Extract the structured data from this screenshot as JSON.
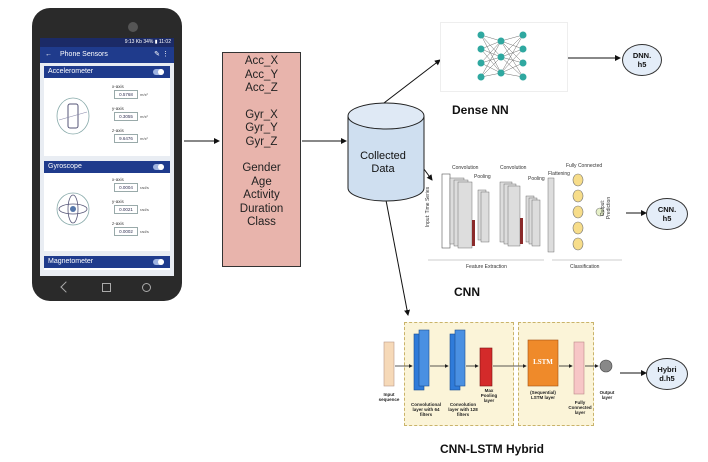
{
  "phone": {
    "status_text": "9:13 Kb  34% ▮ 11:02",
    "app_title": "Phone Sensors",
    "back_icon": "back-arrow-icon",
    "sensors": [
      {
        "name": "Accelerometer",
        "axes": [
          {
            "label": "x-axis",
            "value": "0.5768",
            "unit": "m/s²"
          },
          {
            "label": "y-axis",
            "value": "0.3055",
            "unit": "m/s²"
          },
          {
            "label": "z-axis",
            "value": "9.6476",
            "unit": "m/s²"
          }
        ]
      },
      {
        "name": "Gyroscope",
        "axes": [
          {
            "label": "x-axis",
            "value": "0.0004",
            "unit": "rad/s"
          },
          {
            "label": "y-axis",
            "value": "0.0021",
            "unit": "rad/s"
          },
          {
            "label": "z-axis",
            "value": "0.0002",
            "unit": "rad/s"
          }
        ]
      },
      {
        "name": "Magnetometer",
        "axes": []
      }
    ]
  },
  "features": [
    "Acc_X",
    "Acc_Y",
    "Acc_Z",
    "",
    "Gyr_X",
    "Gyr_Y",
    "Gyr_Z",
    "",
    "Gender",
    "Age",
    "Activity",
    "Duration",
    "Class"
  ],
  "database": {
    "line1": "Collected",
    "line2": "Data"
  },
  "dense": {
    "title": "Dense NN",
    "output_line1": "DNN.",
    "output_line2": "h5"
  },
  "cnn": {
    "title": "CNN",
    "output_line1": "CNN.",
    "output_line2": "h5",
    "input_label": "Input: Time Series",
    "layer_labels": [
      "Convolution",
      "Pooling",
      "Convolution",
      "Pooling",
      "Flattening",
      "Fully Connected"
    ],
    "output_label": "Output: Prediction",
    "section_labels": [
      "Feature Extraction",
      "Classification"
    ]
  },
  "hybrid": {
    "title": "CNN-LSTM Hybrid",
    "output_line1": "Hybri",
    "output_line2": "d.h5",
    "input_label": "Input sequence",
    "conv1_label": "Convolutional layer with 64 filters",
    "conv2_label": "Convolution layer with 128 filters",
    "pool_label": "Max Pooling layer",
    "lstm_label": "LSTM",
    "lstm_caption": "(Sequential) LSTM layer",
    "dense_label": "Fully Connected layer",
    "output_label": "Output layer"
  },
  "colors": {
    "features_fill": "#e8b4ac",
    "cylinder_fill": "#cfdff0",
    "conv_blue": "#2f7bd9",
    "pool_red": "#d42a2a",
    "lstm_orange": "#ef8a2a",
    "panel_yellow": "#fbf4d8"
  }
}
